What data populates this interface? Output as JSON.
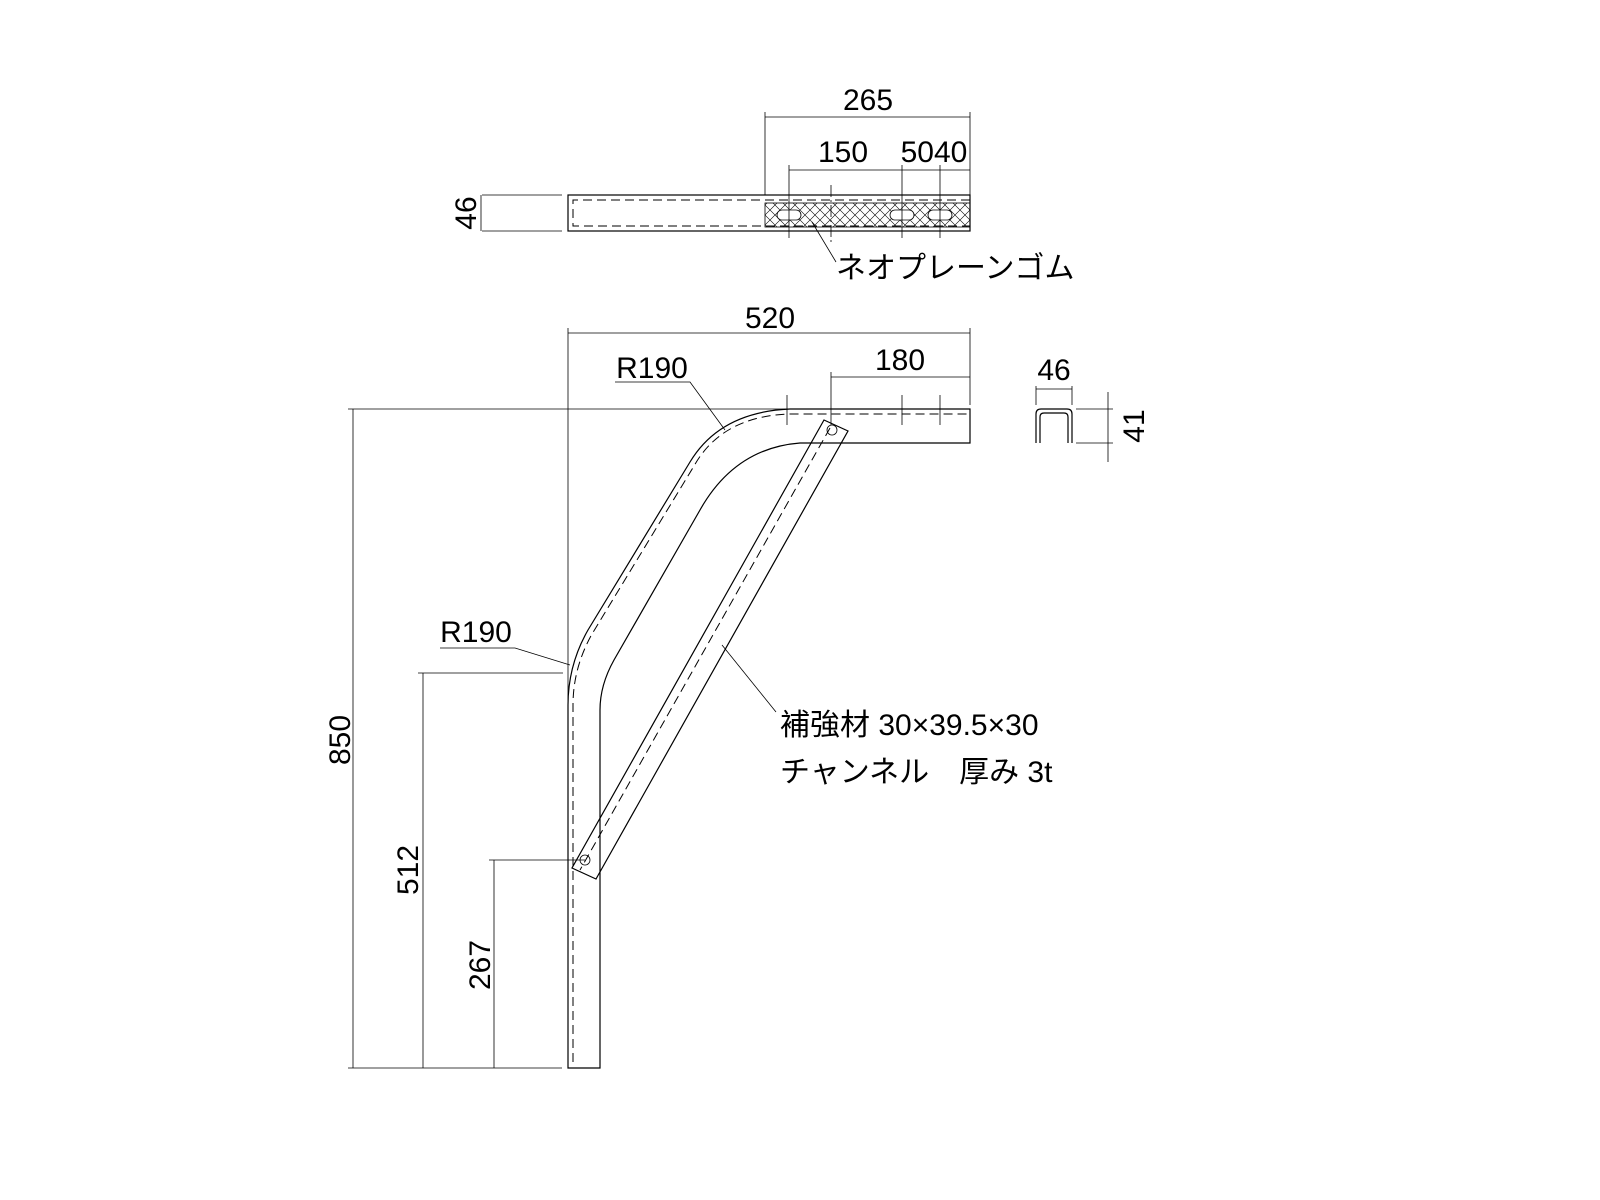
{
  "top_view": {
    "dim_total": "265",
    "dim_a": "150",
    "dim_bc": "5040",
    "dim_height": "46",
    "rubber_label": "ネオプレーンゴム"
  },
  "side_view": {
    "dim_width": "520",
    "dim_end": "180",
    "radius_upper": "R190",
    "radius_lower": "R190",
    "dim_height": "850",
    "dim_mid": "512",
    "dim_low": "267",
    "brace_note_line1": "補強材 30×39.5×30",
    "brace_note_line2": "チャンネル　厚み 3t"
  },
  "section_view": {
    "dim_width": "46",
    "dim_height": "41"
  }
}
